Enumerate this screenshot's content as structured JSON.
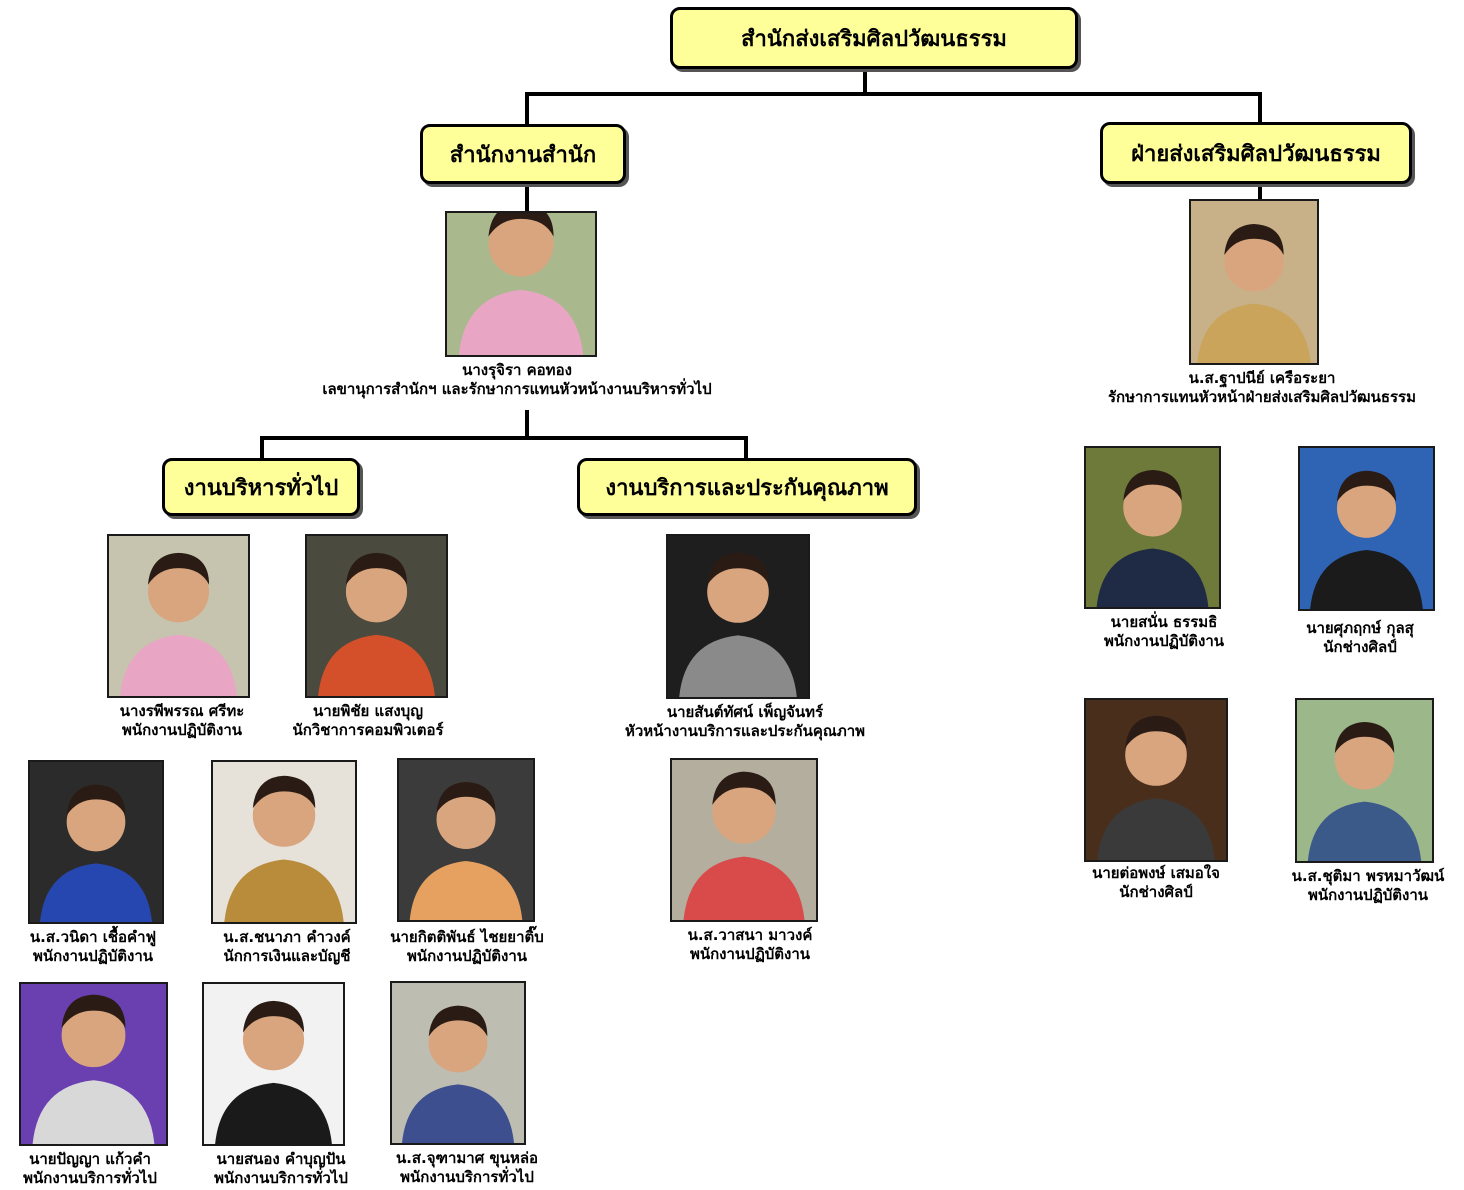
{
  "boxes": {
    "root": "สำนักส่งเสริมศิลปวัฒนธรรม",
    "office": "สำนักงานสำนัก",
    "promotion": "ฝ่ายส่งเสริมศิลปวัฒนธรรม",
    "admin": "งานบริหารทั่วไป",
    "service": "งานบริการและประกันคุณภาพ"
  },
  "people": {
    "p1": {
      "name": "นางรุจิรา คอทอง",
      "title": "เลขานุการสำนักฯ และรักษาการแทนหัวหน้างานบริหารทั่วไป"
    },
    "p2": {
      "name": "น.ส.ฐาปนีย์ เครือระยา",
      "title": "รักษาการแทนหัวหน้าฝ่ายส่งเสริมศิลปวัฒนธรรม"
    },
    "p3": {
      "name": "นางรพีพรรณ ศรีทะ",
      "title": "พนักงานปฏิบัติงาน"
    },
    "p4": {
      "name": "นายพิชัย แสงบุญ",
      "title": "นักวิชาการคอมพิวเตอร์"
    },
    "p5": {
      "name": "นายสันต์ทัศน์ เพ็ญจันทร์",
      "title": "หัวหน้างานบริการและประกันคุณภาพ"
    },
    "p6": {
      "name": "นายสนั่น ธรรมธิ",
      "title": "พนักงานปฏิบัติงาน"
    },
    "p7": {
      "name": "นายศุภฤกษ์ กุลสุ",
      "title": "นักช่างศิลป์"
    },
    "p8": {
      "name": "น.ส.วนิดา เชื้อคำฟู",
      "title": "พนักงานปฏิบัติงาน"
    },
    "p9": {
      "name": "น.ส.ชนาภา คำวงค์",
      "title": "นักการเงินและบัญชี"
    },
    "p10": {
      "name": "นายกิตติพันธ์ ไชยยาติ๊บ",
      "title": "พนักงานปฏิบัติงาน"
    },
    "p11": {
      "name": "น.ส.วาสนา มาวงค์",
      "title": "พนักงานปฏิบัติงาน"
    },
    "p12": {
      "name": "นายต่อพงษ์ เสมอใจ",
      "title": "นักช่างศิลป์"
    },
    "p13": {
      "name": "น.ส.ชุติมา พรหมาวัฒน์",
      "title": "พนักงานปฏิบัติงาน"
    },
    "p14": {
      "name": "นายปัญญา แก้วคำ",
      "title": "พนักงานบริการทั่วไป"
    },
    "p15": {
      "name": "นายสนอง คำบุญปัน",
      "title": "พนักงานบริการทั่วไป"
    },
    "p16": {
      "name": "น.ส.จุฑามาศ ขุนหล่อ",
      "title": "พนักงานบริการทั่วไป"
    }
  },
  "colors": {
    "box_fill": "#ffff99",
    "box_border": "#000000",
    "line": "#000000"
  }
}
